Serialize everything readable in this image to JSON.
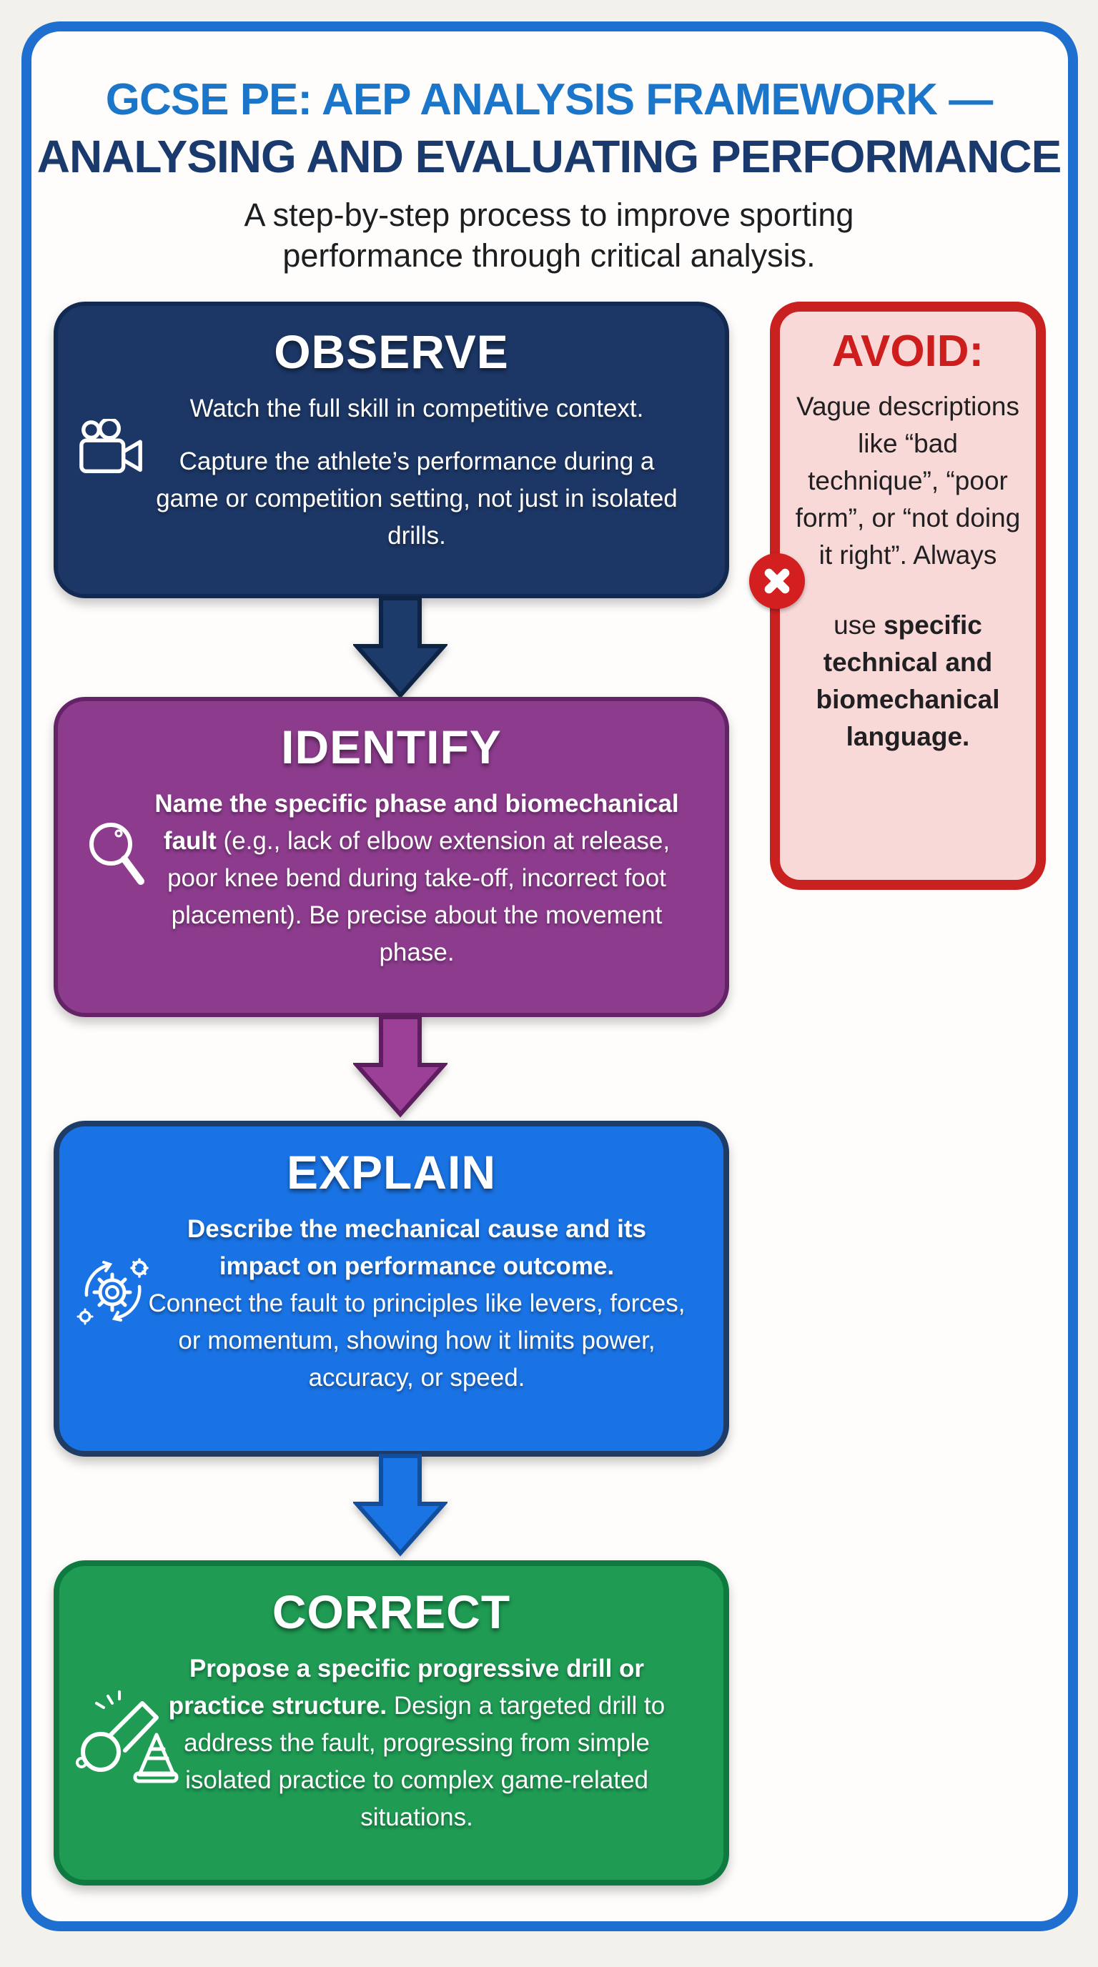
{
  "page": {
    "title_line1": "GCSE PE: AEP ANALYSIS FRAMEWORK —",
    "title_line2": "ANALYSING AND EVALUATING PERFORMANCE",
    "subtitle": "A step-by-step process to improve sporting performance through critical analysis.",
    "title_line1_color": "#1b75c8",
    "title_line2_color": "#1a3a6e",
    "frame_border_color": "#1e6fd0",
    "background_color": "#f3f1ec"
  },
  "steps": [
    {
      "title": "OBSERVE",
      "icon": "video-camera-icon",
      "bg_color": "#1c3766",
      "border_color": "#122a52",
      "paragraphs": [
        {
          "bold": "",
          "regular": "Watch the full skill in competitive context."
        },
        {
          "bold": "",
          "regular": "Capture the athlete’s performance during a game or competition setting, not just in isolated drills."
        }
      ]
    },
    {
      "title": "IDENTIFY",
      "icon": "magnifying-glass-icon",
      "bg_color": "#8d3c8d",
      "border_color": "#632366",
      "paragraphs": [
        {
          "bold": "Name the specific phase and biomechanical fault",
          "regular": " (e.g., lack of elbow extension at release, poor knee bend during take-off, incorrect foot placement). Be precise about the movement phase."
        }
      ]
    },
    {
      "title": "EXPLAIN",
      "icon": "gears-process-icon",
      "bg_color": "#1a73e4",
      "border_color": "#1e3c66",
      "paragraphs": [
        {
          "bold": "Describe the mechanical cause and its impact on performance outcome.",
          "regular": ""
        },
        {
          "bold": "",
          "regular": "Connect the fault to principles like levers, forces, or momentum, showing how it limits power, accuracy, or speed."
        }
      ]
    },
    {
      "title": "CORRECT",
      "icon": "whistle-cone-icon",
      "bg_color": "#1f9b53",
      "border_color": "#0f7a3f",
      "paragraphs": [
        {
          "bold": "Propose a specific progressive drill or practice structure.",
          "regular": " Design a targeted drill to address the fault, progressing from simple isolated practice to complex game-related situations."
        }
      ]
    }
  ],
  "arrows": [
    {
      "name": "down-arrow-1",
      "fill": "#1d3b6a",
      "stroke": "#0d2444"
    },
    {
      "name": "down-arrow-2",
      "fill": "#9c4097",
      "stroke": "#5e1d5f"
    },
    {
      "name": "down-arrow-3",
      "fill": "#1b74e4",
      "stroke": "#124e9e"
    }
  ],
  "avoid": {
    "title": "AVOID:",
    "title_color": "#cd1d1c",
    "bg_color": "#f9d8d8",
    "border_color": "#c92020",
    "x_badge_icon": "x-mark-icon",
    "x_badge_color": "#d31f1f",
    "paragraph1": "Vague descriptions like “bad technique”, “poor form”, or “not doing it right”. Always",
    "paragraph2_prefix": "use ",
    "paragraph2_bold": "specific technical and biomechanical language."
  }
}
